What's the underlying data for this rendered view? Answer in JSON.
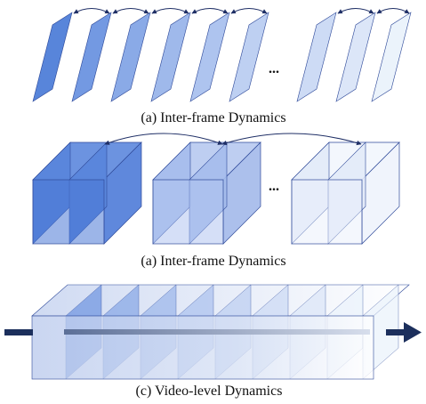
{
  "captions": {
    "panel_a": "(a) Inter-frame Dynamics",
    "panel_b": "(a) Inter-frame Dynamics",
    "panel_c": "(c) Video-level Dynamics"
  },
  "ellipsis": "...",
  "colors": {
    "frame_edge": "#2f4a9a",
    "arrow": "#1f2f66",
    "video_arrow": "#1c2f5c",
    "frame_fills": [
      "#4f7ed8",
      "#6c93e0",
      "#84a5e6",
      "#9ab5ea",
      "#aac1ee",
      "#bacdf1",
      "#cad9f4",
      "#dae5f8",
      "#eaf2fb"
    ]
  },
  "icons": {
    "frame_link": "curved-double-arrow-icon",
    "group_link": "curved-double-arrow-icon",
    "video_flow": "right-arrow-icon"
  }
}
